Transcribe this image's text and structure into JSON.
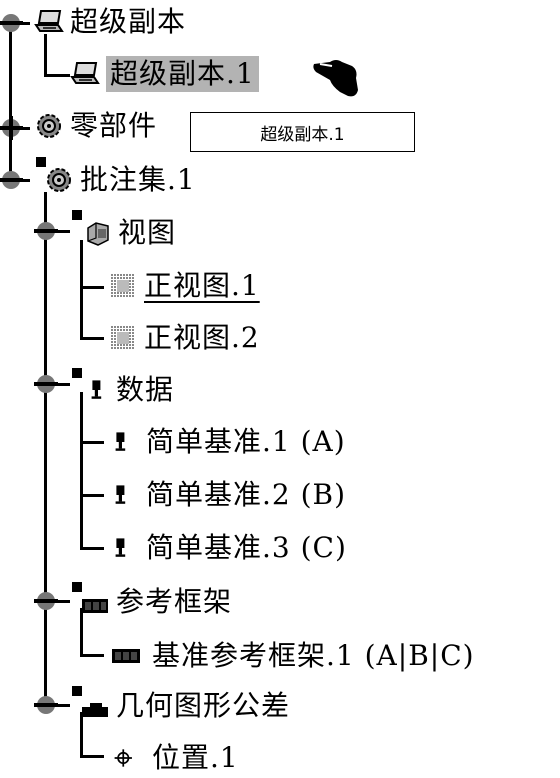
{
  "tree": {
    "root1": {
      "label": "超级副本",
      "icon": "laptop-icon",
      "child": {
        "label": "超级副本.1",
        "icon": "laptop-icon"
      }
    },
    "parts": {
      "label": "零部件",
      "icon": "gear-icon"
    },
    "annotations": {
      "label": "批注集.1",
      "icon": "gear-icon",
      "views": {
        "label": "视图",
        "icon": "view-box-icon",
        "items": [
          {
            "label": "正视图.1",
            "icon": "view-grid-icon"
          },
          {
            "label": "正视图.2",
            "icon": "view-grid-icon"
          }
        ]
      },
      "datums": {
        "label": "数据",
        "icon": "datum-icon",
        "items": [
          {
            "label": "简单基准.1 (A)",
            "icon": "datum-icon"
          },
          {
            "label": "简单基准.2 (B)",
            "icon": "datum-icon"
          },
          {
            "label": "简单基准.3 (C)",
            "icon": "datum-icon"
          }
        ]
      },
      "frames": {
        "label": "参考框架",
        "icon": "reference-frame-icon",
        "items": [
          {
            "label": "基准参考框架.1 (A|B|C)",
            "icon": "reference-frame-icon"
          }
        ]
      },
      "tolerances": {
        "label": "几何图形公差",
        "icon": "tolerance-icon",
        "items": [
          {
            "label": "位置.1",
            "icon": "position-icon"
          }
        ]
      }
    }
  },
  "tooltip": {
    "text": "超级副本.1"
  },
  "cursor": {
    "icon": "hand-pointer-icon"
  }
}
